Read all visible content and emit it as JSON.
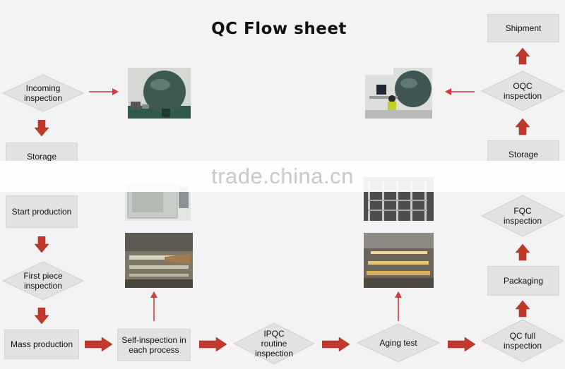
{
  "title": "QC Flow sheet",
  "watermark": "trade.china.cn",
  "colors": {
    "block_arrow": "#c0392b",
    "thin_arrow": "#d9363e",
    "box_fill": "#e2e2e2"
  },
  "left_column": {
    "incoming": "Incoming inspection",
    "storage": "Storage",
    "start_production": "Start production",
    "first_piece": "First piece inspection",
    "mass_production": "Mass production"
  },
  "bottom_row": {
    "self_inspection": "Self-inspection in each process",
    "ipqc": "IPQC routine inspection",
    "aging_test": "Aging test",
    "qc_full": "QC full inspection"
  },
  "right_column": {
    "shipment": "Shipment",
    "oqc": "OQC inspection",
    "storage": "Storage",
    "fqc": "FQC inspection",
    "packaging": "Packaging"
  }
}
